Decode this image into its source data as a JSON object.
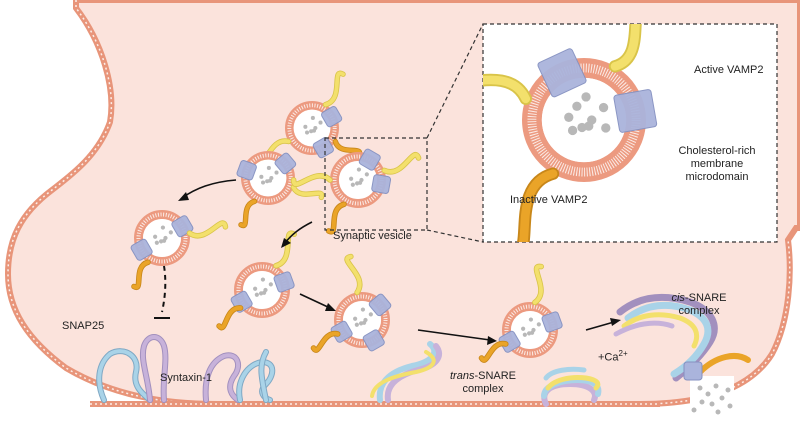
{
  "labels": {
    "synaptic_vesicle": "Synaptic vesicle",
    "active_vamp2": "Active VAMP2",
    "cholesterol_line1": "Cholesterol-rich",
    "cholesterol_line2": "membrane",
    "cholesterol_line3": "microdomain",
    "inactive_vamp2": "Inactive VAMP2",
    "snap25": "SNAP25",
    "syntaxin1": "Syntaxin-1",
    "trans_prefix": "trans",
    "trans_suffix": "-SNARE",
    "trans_line2": "complex",
    "cis_prefix": "cis",
    "cis_suffix": "-SNARE",
    "cis_line2": "complex",
    "calcium_base": "+Ca",
    "calcium_sup": "2+"
  },
  "colors": {
    "terminal_fill": "#fbe3dc",
    "membrane": "#e8957a",
    "vesicle_ring": "#ec9a80",
    "microdomain": "#aab4dc",
    "vamp2_active": "#f3e06c",
    "vamp2_inactive": "#eaa428",
    "syntaxin": "#c7b2da",
    "snap25": "#a9d3e8",
    "neurotransmitter": "#b8b8b8"
  }
}
